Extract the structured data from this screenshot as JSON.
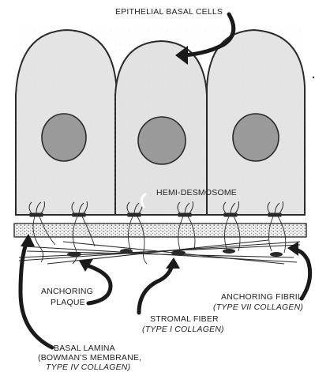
{
  "colors": {
    "ink": "#2a2a2a",
    "cell_fill": "#e4e4e4",
    "nucleus_fill": "#9a9a9a",
    "lamina_fill": "#cfcfcf",
    "background": "#ffffff"
  },
  "labels": {
    "epithelial_basal_cells": "EPITHELIAL BASAL CELLS",
    "hemi_desmosome": "HEMI-DESMOSOME",
    "anchoring_plaque_line1": "ANCHORING",
    "anchoring_plaque_line2": "PLAQUE",
    "anchoring_fibril_line1": "ANCHORING FIBRIL",
    "anchoring_fibril_line2": "(TYPE VII COLLAGEN)",
    "stromal_fiber_line1": "STROMAL FIBER",
    "stromal_fiber_line2": "(TYPE  I  COLLAGEN)",
    "basal_lamina_line1": "BASAL LAMINA",
    "basal_lamina_line2": "(BOWMAN'S MEMBRANE,",
    "basal_lamina_line3": "TYPE IV COLLAGEN)"
  }
}
